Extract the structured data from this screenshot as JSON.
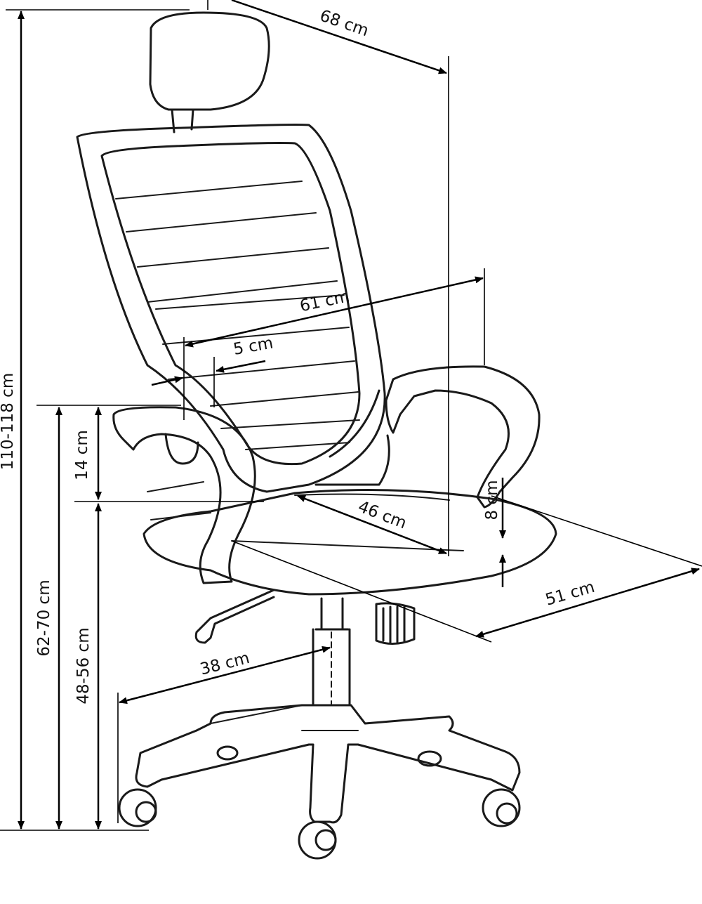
{
  "dimensions": {
    "total_height": "110-118 cm",
    "depth": "68 cm",
    "width": "61 cm",
    "armrest_width": "5 cm",
    "armrest_height": "14 cm",
    "armrest_floor_height": "62-70 cm",
    "seat_height": "48-56 cm",
    "seat_depth": "46 cm",
    "seat_thickness": "8 cm",
    "seat_width": "51 cm",
    "base_radius": "38 cm"
  }
}
